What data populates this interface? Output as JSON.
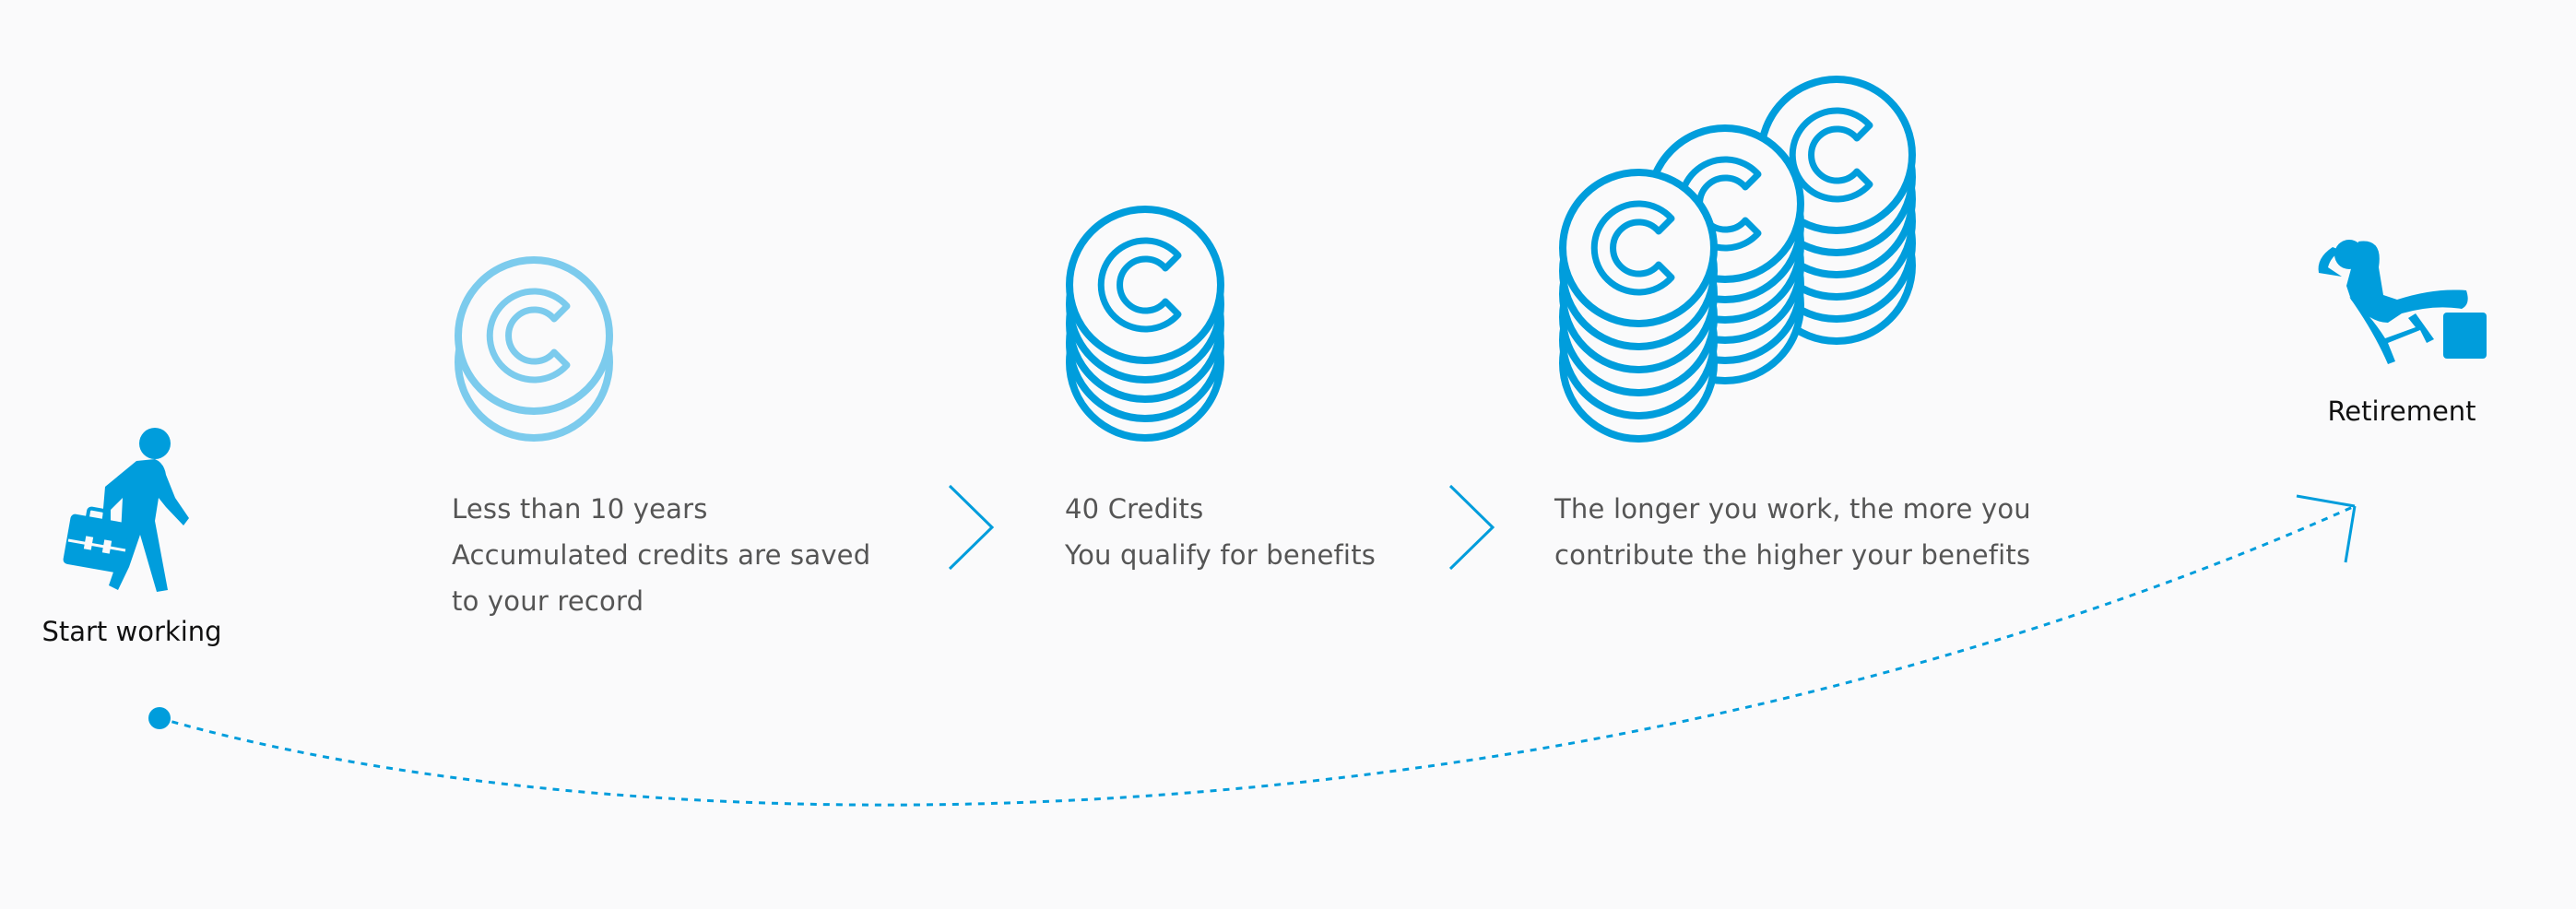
{
  "colors": {
    "primary": "#009ddc",
    "light": "#7ccbed",
    "text": "#555555",
    "label": "#111111"
  },
  "start": {
    "label": "Start working",
    "icon": "walking-person-briefcase-icon"
  },
  "steps": [
    {
      "lines": [
        "Less than 10 years",
        "Accumulated credits are saved",
        "to your record"
      ],
      "icon": "credit-coin-icon"
    },
    {
      "lines": [
        "40 Credits",
        "You qualify for benefits"
      ],
      "icon": "credit-coin-stack-icon"
    },
    {
      "lines": [
        "The longer you work, the more you",
        "contribute the higher your benefits"
      ],
      "icon": "credit-coin-stacks-icon"
    }
  ],
  "end": {
    "label": "Retirement",
    "icon": "relaxing-person-chair-icon"
  }
}
